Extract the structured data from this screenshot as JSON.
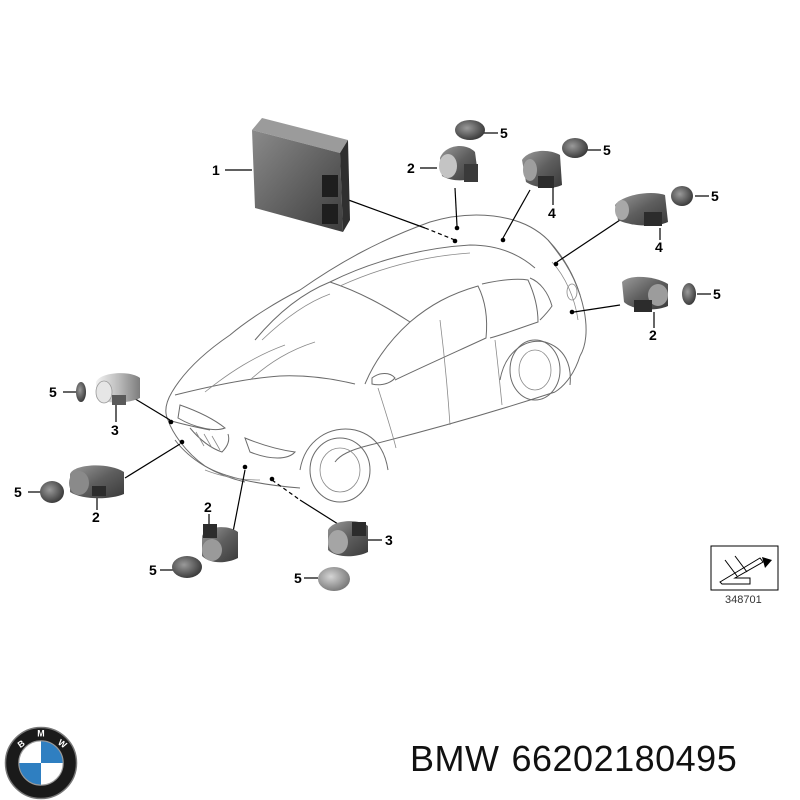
{
  "diagram": {
    "callouts": [
      {
        "id": "c1",
        "label": "1"
      },
      {
        "id": "c2a",
        "label": "2"
      },
      {
        "id": "c5a",
        "label": "5"
      },
      {
        "id": "c5b",
        "label": "5"
      },
      {
        "id": "c4a",
        "label": "4"
      },
      {
        "id": "c5c",
        "label": "5"
      },
      {
        "id": "c4b",
        "label": "4"
      },
      {
        "id": "c5d",
        "label": "5"
      },
      {
        "id": "c2b",
        "label": "2"
      },
      {
        "id": "c5e",
        "label": "5"
      },
      {
        "id": "c3a",
        "label": "3"
      },
      {
        "id": "c5f",
        "label": "5"
      },
      {
        "id": "c2c",
        "label": "2"
      },
      {
        "id": "c2d",
        "label": "2"
      },
      {
        "id": "c5g",
        "label": "5"
      },
      {
        "id": "c3b",
        "label": "3"
      },
      {
        "id": "c5h",
        "label": "5"
      }
    ],
    "reference_code": "348701"
  },
  "caption": {
    "brand": "BMW",
    "part_number": "66202180495"
  },
  "logo": {
    "letters": [
      "B",
      "M",
      "W"
    ],
    "colors": {
      "ring": "#1a1a1a",
      "blue": "#2f7fc1",
      "white": "#ffffff"
    }
  }
}
